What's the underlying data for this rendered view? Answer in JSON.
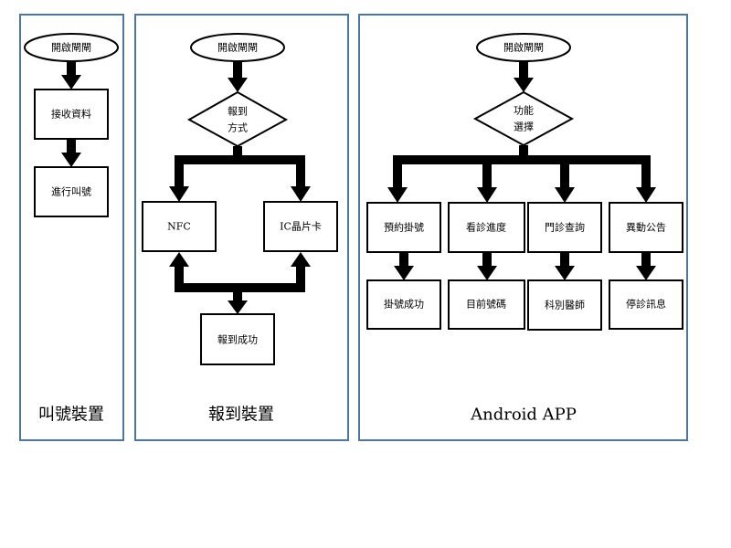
{
  "panels": {
    "call": {
      "title": "叫號裝置",
      "start": "開啟閘閘",
      "step1": "接收資料",
      "step2": "進行叫號"
    },
    "checkin": {
      "title": "報到裝置",
      "start": "開啟閘閘",
      "decision_line1": "報到",
      "decision_line2": "方式",
      "option_nfc": "NFC",
      "option_ic": "IC晶片卡",
      "success": "報到成功"
    },
    "app": {
      "title": "Android APP",
      "start": "開啟閘閘",
      "decision_line1": "功能",
      "decision_line2": "選擇",
      "functions": [
        {
          "label": "預約掛號",
          "result": "掛號成功"
        },
        {
          "label": "看診進度",
          "result": "目前號碼"
        },
        {
          "label": "門診查詢",
          "result": "科別醫師"
        },
        {
          "label": "異動公告",
          "result": "停診訊息"
        }
      ]
    }
  }
}
